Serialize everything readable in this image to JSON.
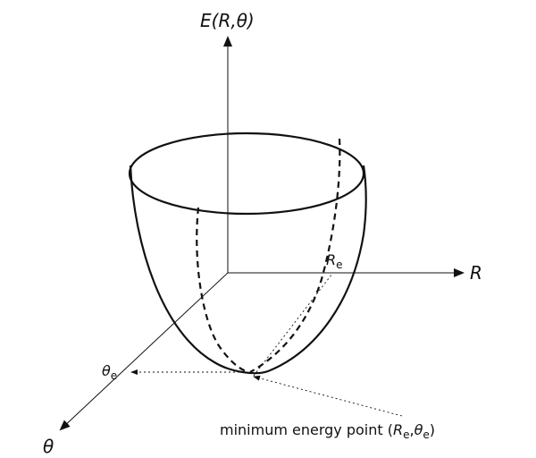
{
  "colors": {
    "ink": "#111111",
    "background": "#ffffff"
  },
  "axes": {
    "energy": {
      "symbol": "E",
      "args": "(R,θ)"
    },
    "r": {
      "symbol": "R"
    },
    "theta": {
      "symbol": "θ"
    }
  },
  "markers": {
    "r_eq": {
      "base": "R",
      "sub": "e"
    },
    "theta_eq": {
      "base": "θ",
      "sub": "e"
    }
  },
  "annotation": {
    "text": "minimum energy point",
    "open": "(",
    "r_base": "R",
    "r_sub": "e",
    "sep": ",",
    "t_base": "θ",
    "t_sub": "e",
    "close": ")"
  }
}
